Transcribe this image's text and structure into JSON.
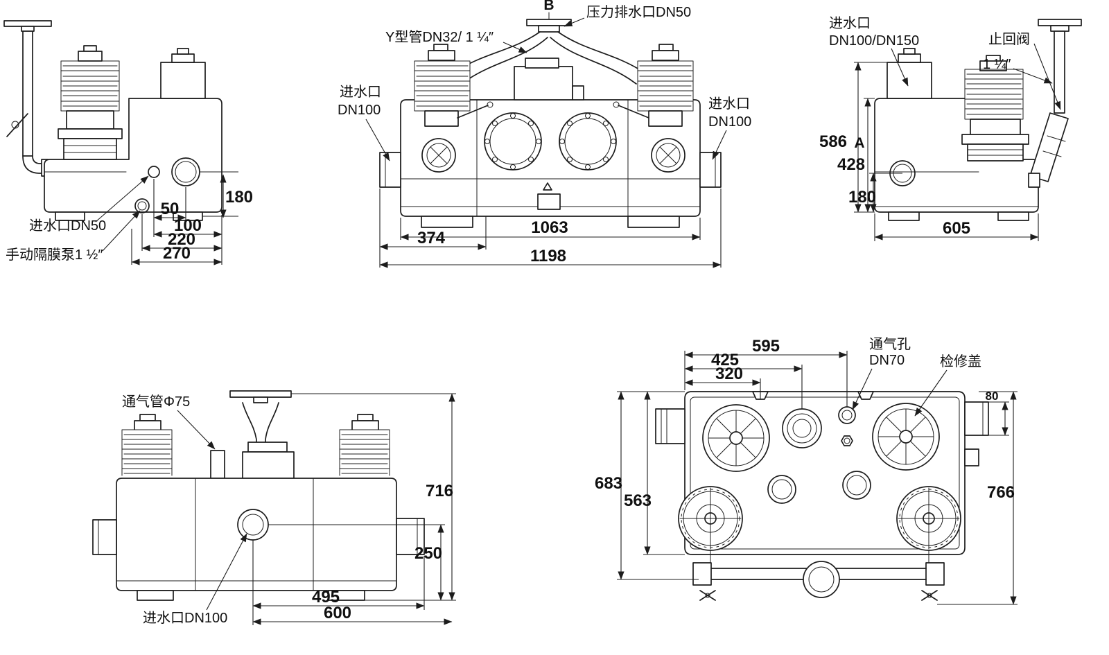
{
  "drawing": {
    "colors": {
      "line": "#1c1c1c",
      "background": "#ffffff"
    },
    "views": {
      "side_left": {
        "callouts": {
          "inlet_dn50": "进水口DN50",
          "manual_pump": "手动隔膜泵1 ½″"
        },
        "dims": {
          "h180": "180",
          "w50": "50",
          "w100": "100",
          "w220": "220",
          "w270": "270"
        }
      },
      "front": {
        "section_marker": "B",
        "callouts": {
          "pressure_outlet": "压力排水口DN50",
          "y_pipe": "Y型管DN32/ 1 ¼″",
          "inlet_left_line1": "进水口",
          "inlet_left_line2": "DN100",
          "inlet_right_line1": "进水口",
          "inlet_right_line2": "DN100"
        },
        "dims": {
          "w374": "374",
          "w1063": "1063",
          "w1198": "1198"
        }
      },
      "side_right": {
        "section_marker": "A",
        "callouts": {
          "inlet_line1": "进水口",
          "inlet_line2": "DN100/DN150",
          "pipe_size": "1 ¼″",
          "check_valve": "止回阀"
        },
        "dims": {
          "h586": "586",
          "h428": "428",
          "h180": "180",
          "w605": "605"
        }
      },
      "rear": {
        "callouts": {
          "vent_pipe": "通气管Φ75",
          "inlet_dn100": "进水口DN100"
        },
        "dims": {
          "h716": "716",
          "h250": "250",
          "w495": "495",
          "w600": "600"
        }
      },
      "top": {
        "callouts": {
          "vent_hole_line1": "通气孔",
          "vent_hole_line2": "DN70",
          "inspection_cover": "检修盖"
        },
        "dims": {
          "w595": "595",
          "w425": "425",
          "w320": "320",
          "w80": "80",
          "h683": "683",
          "h563": "563",
          "h766": "766"
        }
      }
    }
  }
}
